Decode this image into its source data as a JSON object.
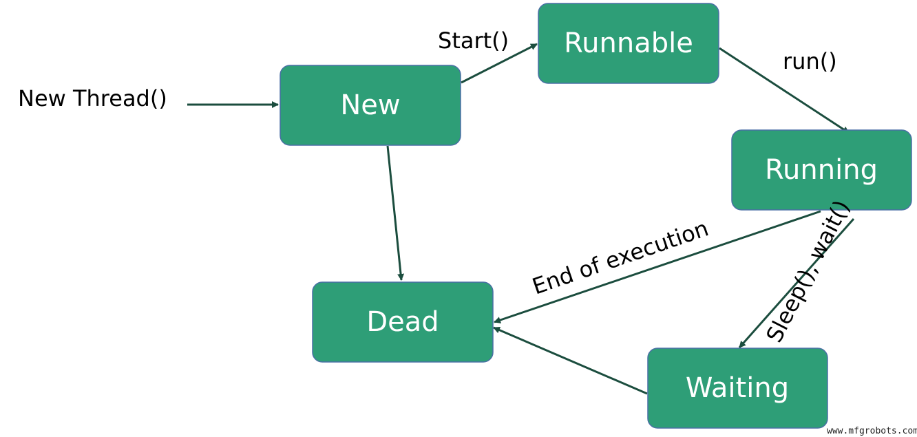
{
  "colors": {
    "state_fill": "#2e9e77",
    "state_border": "#4a6fa5",
    "arrow": "#1b4d3e",
    "label_text": "#000000",
    "state_text": "#ffffff"
  },
  "states": {
    "new": "New",
    "runnable": "Runnable",
    "running": "Running",
    "dead": "Dead",
    "waiting": "Waiting"
  },
  "transitions": {
    "new_thread": "New Thread()",
    "start": "Start()",
    "run": "run()",
    "end_of_execution": "End of execution",
    "sleep_wait": "Sleep(), wait()"
  },
  "watermark": "www.mfgrobots.com"
}
